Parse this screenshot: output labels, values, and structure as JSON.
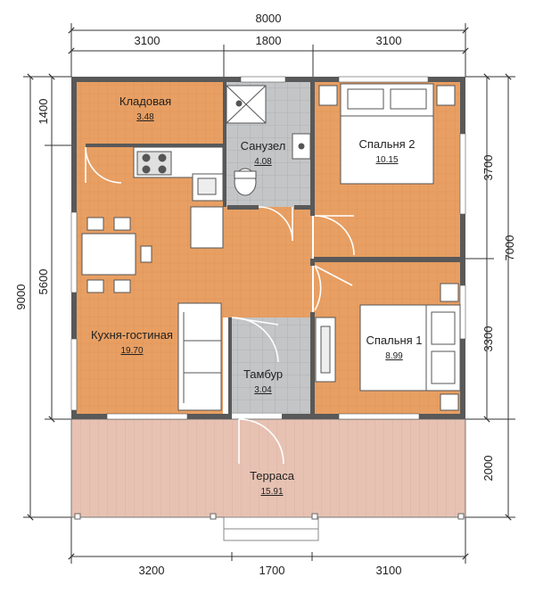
{
  "dimensions": {
    "top_total": "8000",
    "top_segments": [
      "3100",
      "1800",
      "3100"
    ],
    "bottom_segments": [
      "3200",
      "1700",
      "3100"
    ],
    "left_outer": "9000",
    "left_upper": "1400",
    "left_lower": "5600",
    "right_outer": "7000",
    "right_upper": "3700",
    "right_middle": "3300",
    "right_lower": "2000"
  },
  "rooms": {
    "storage": {
      "name": "Кладовая",
      "area": "3.48"
    },
    "bathroom": {
      "name": "Санузел",
      "area": "4.08"
    },
    "bedroom2": {
      "name": "Спальня 2",
      "area": "10.15"
    },
    "kitchen_living": {
      "name": "Кухня-гостиная",
      "area": "19.70"
    },
    "bedroom1": {
      "name": "Спальня 1",
      "area": "8.99"
    },
    "vestibule": {
      "name": "Тамбур",
      "area": "3.04"
    },
    "terrace": {
      "name": "Терраса",
      "area": "15.91"
    }
  },
  "colors": {
    "wood_floor": "#e89f63",
    "tile_floor": "#c3c5c6",
    "terrace_deck": "#e7c2b3",
    "wall": "#595959",
    "furniture": "#ffffff"
  }
}
